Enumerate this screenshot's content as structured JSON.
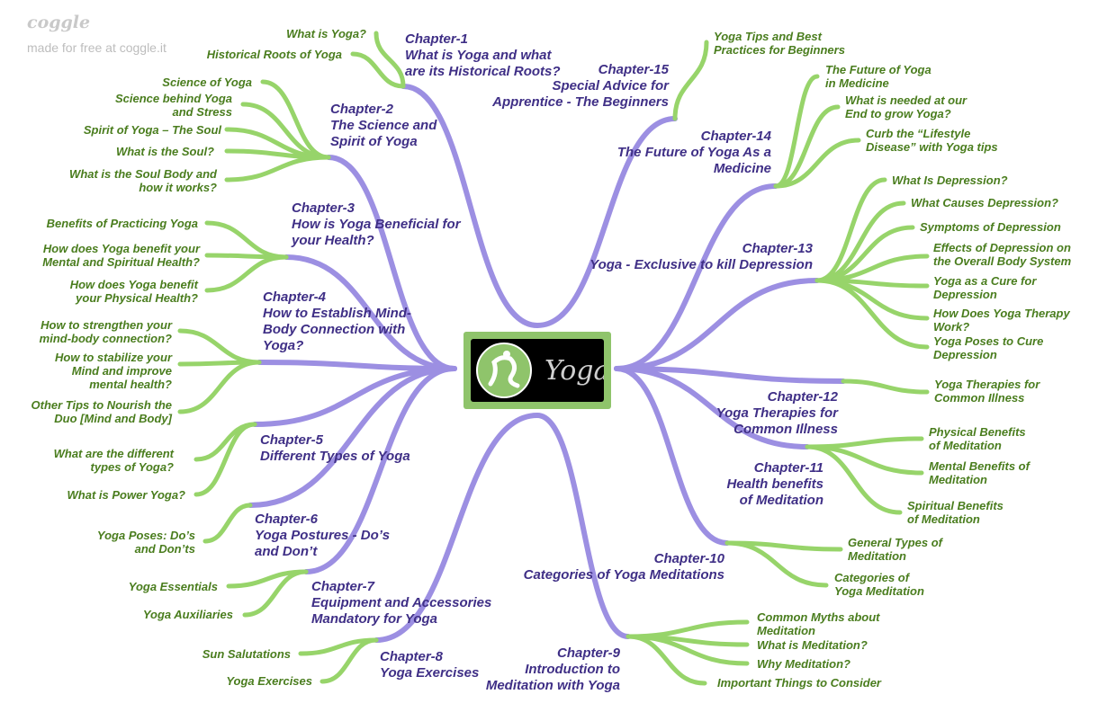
{
  "app": {
    "brand": "coggle",
    "tagline": "made for free at coggle.it"
  },
  "colors": {
    "branch": "#9c8fe2",
    "leaf_branch": "#97d46a",
    "chapter_text": "#3f2f86",
    "leaf_text": "#4a7d1e",
    "hub_frame": "#8fc46b"
  },
  "hub": {
    "logo_text": "Yoga"
  },
  "chapters": [
    {
      "label": "Chapter-1\nWhat is Yoga and what\nare its Historical Roots?",
      "leaves": [
        "What is Yoga?",
        "Historical Roots of Yoga"
      ]
    },
    {
      "label": "Chapter-2\nThe Science and\nSpirit of Yoga",
      "leaves": [
        "Science of Yoga",
        "Science behind Yoga\nand Stress",
        "Spirit of Yoga – The Soul",
        "What is the Soul?",
        "What is the Soul Body and\nhow it works?"
      ]
    },
    {
      "label": "Chapter-3\nHow is Yoga Beneficial for\nyour Health?",
      "leaves": [
        "Benefits of Practicing Yoga",
        "How does Yoga benefit your\nMental and Spiritual Health?",
        "How does Yoga benefit\nyour Physical Health?"
      ]
    },
    {
      "label": "Chapter-4\nHow to Establish Mind-\nBody Connection with\nYoga?",
      "leaves": [
        "How to strengthen your\nmind-body connection?",
        "How to stabilize your\nMind and improve\nmental health?",
        "Other Tips to Nourish the\nDuo [Mind and Body]"
      ]
    },
    {
      "label": "Chapter-5\nDifferent Types of Yoga",
      "leaves": [
        "What are the different\ntypes of Yoga?",
        "What is Power Yoga?"
      ]
    },
    {
      "label": "Chapter-6\nYoga Postures - Do’s\nand Don’t",
      "leaves": [
        "Yoga Poses: Do’s\nand Don’ts"
      ]
    },
    {
      "label": "Chapter-7\nEquipment and Accessories\nMandatory for Yoga",
      "leaves": [
        "Yoga Essentials",
        "Yoga Auxiliaries"
      ]
    },
    {
      "label": "Chapter-8\nYoga Exercises",
      "leaves": [
        "Sun Salutations",
        "Yoga Exercises"
      ]
    },
    {
      "label": "Chapter-9\nIntroduction to\nMeditation with Yoga",
      "leaves": [
        "Common Myths about\nMeditation",
        "What is Meditation?",
        "Why Meditation?",
        "Important Things to Consider"
      ]
    },
    {
      "label": "Chapter-10\nCategories of Yoga Meditations",
      "leaves": [
        "General Types of\nMeditation",
        "Categories of\nYoga Meditation"
      ]
    },
    {
      "label": "Chapter-11\nHealth benefits\nof Meditation",
      "leaves": [
        "Physical Benefits\nof Meditation",
        "Mental Benefits of\nMeditation",
        "Spiritual Benefits\nof Meditation"
      ]
    },
    {
      "label": "Chapter-12\nYoga Therapies for\nCommon Illness",
      "leaves": [
        "Yoga Therapies for\nCommon Illness"
      ]
    },
    {
      "label": "Chapter-13\nYoga - Exclusive to kill Depression",
      "leaves": [
        "What Is Depression?",
        "What Causes Depression?",
        "Symptoms of Depression",
        "Effects of Depression on\nthe Overall Body System",
        "Yoga as a Cure for\nDepression",
        "How Does Yoga Therapy\nWork?",
        "Yoga Poses to Cure\nDepression"
      ]
    },
    {
      "label": "Chapter-14\nThe Future of Yoga As a\nMedicine",
      "leaves": [
        "The Future of Yoga\nin Medicine",
        "What is needed at our\nEnd to grow Yoga?",
        "Curb the “Lifestyle\nDisease” with Yoga tips"
      ]
    },
    {
      "label": "Chapter-15\nSpecial Advice for\nApprentice - The Beginners",
      "leaves": [
        "Yoga Tips and Best\nPractices for Beginners"
      ]
    }
  ]
}
